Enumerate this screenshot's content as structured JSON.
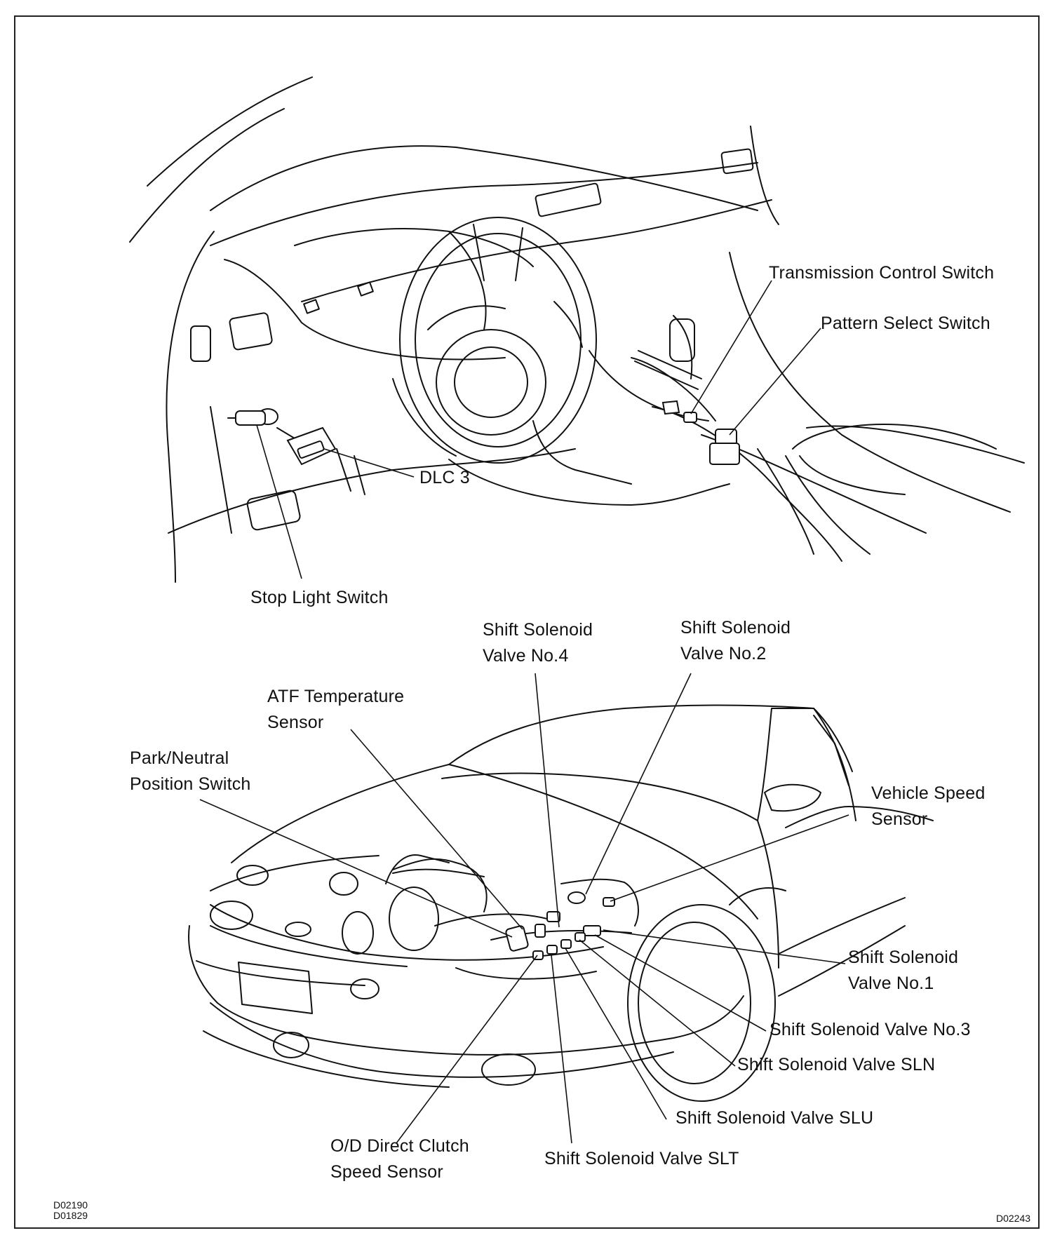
{
  "labels": {
    "transmission_control_switch": "Transmission Control Switch",
    "pattern_select_switch": "Pattern Select Switch",
    "dlc3": "DLC 3",
    "stop_light_switch": "Stop Light Switch",
    "shift_solenoid_no4": [
      "Shift Solenoid",
      "Valve No.4"
    ],
    "shift_solenoid_no2": [
      "Shift Solenoid",
      "Valve No.2"
    ],
    "atf_temperature_sensor": [
      "ATF Temperature",
      "Sensor"
    ],
    "park_neutral_position_switch": [
      "Park/Neutral",
      "Position Switch"
    ],
    "vehicle_speed_sensor": [
      "Vehicle Speed",
      "Sensor"
    ],
    "shift_solenoid_no1": [
      "Shift Solenoid",
      "Valve No.1"
    ],
    "shift_solenoid_no3": "Shift Solenoid Valve No.3",
    "shift_solenoid_sln": "Shift Solenoid Valve SLN",
    "shift_solenoid_slu": "Shift Solenoid Valve SLU",
    "shift_solenoid_slt": "Shift Solenoid Valve SLT",
    "od_direct_clutch_speed_sensor": [
      "O/D Direct Clutch",
      "Speed Sensor"
    ]
  },
  "figure_codes": {
    "bottom_left_1": "D02190",
    "bottom_left_2": "D01829",
    "bottom_right": "D02243"
  }
}
